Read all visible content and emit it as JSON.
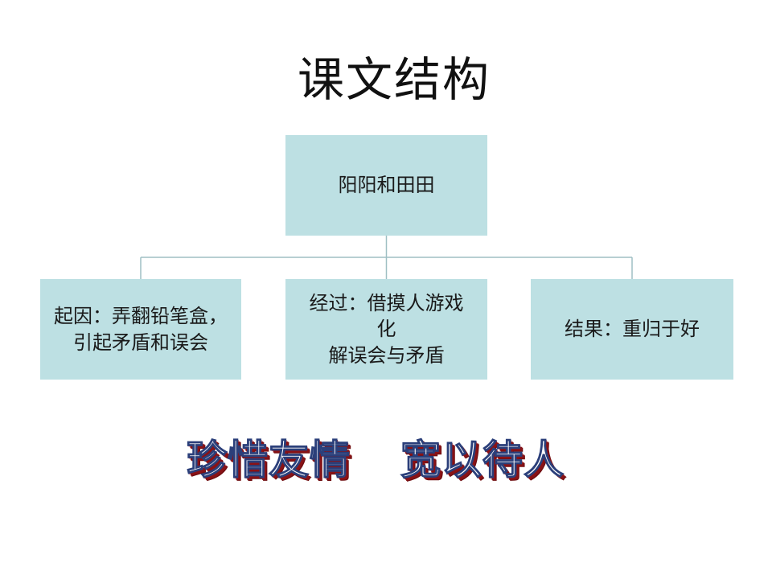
{
  "slide": {
    "title": "课文结构",
    "root": "阳阳和田田",
    "cause": "起因：弄翻铅笔盒，\n引起矛盾和误会",
    "process": "经过：借摸人游戏\n化\n解误会与矛盾",
    "result": "结果：重归于好",
    "themes": [
      "珍惜友情",
      "宽以待人"
    ]
  },
  "colors": {
    "box_fill": "#bde0e3",
    "connector": "#9fbfc4",
    "theme_text": "#ffffff",
    "theme_outline": "#2b3f7a",
    "theme_shadow": "#8a1216"
  }
}
